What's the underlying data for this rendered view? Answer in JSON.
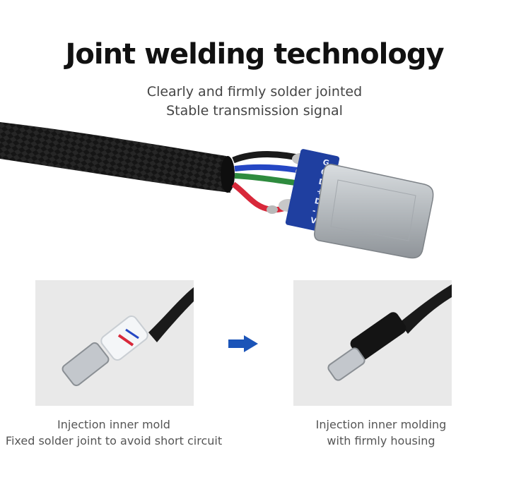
{
  "header": {
    "title": "Joint welding technology",
    "subtitle_line1": "Clearly and firmly solder jointed",
    "subtitle_line2": "Stable transmission signal"
  },
  "hero": {
    "pcb_markings": [
      "G",
      "C",
      "D",
      "+",
      "D",
      "-",
      "V"
    ]
  },
  "left_panel": {
    "caption_line1": "Injection inner mold",
    "caption_line2": "Fixed solder joint to avoid short circuit"
  },
  "right_panel": {
    "caption_line1": "Injection inner molding",
    "caption_line2": "with firmly housing"
  },
  "colors": {
    "arrow": "#1b54b8",
    "pcb": "#1f3fa0",
    "wire_red": "#d8283a",
    "wire_green": "#2e8b3e",
    "wire_blue": "#2547c4",
    "wire_black": "#1a1a1a"
  }
}
